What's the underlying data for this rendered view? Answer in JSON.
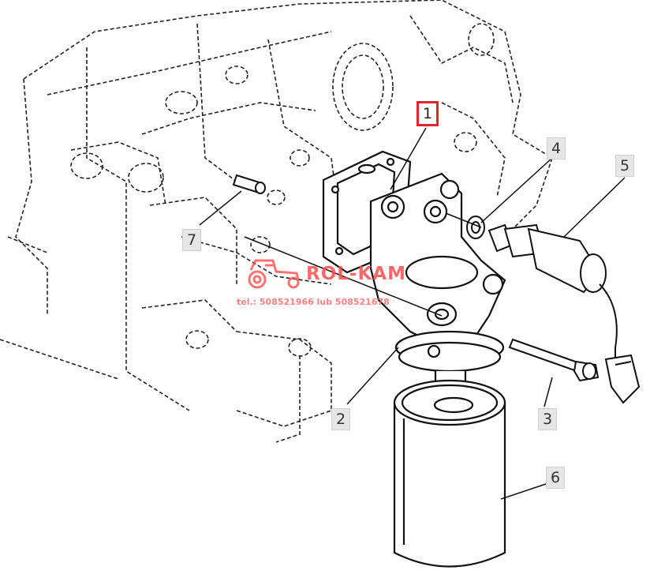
{
  "callouts": [
    {
      "id": "1",
      "label": "1",
      "selected": true
    },
    {
      "id": "2",
      "label": "2",
      "selected": false
    },
    {
      "id": "3",
      "label": "3",
      "selected": false
    },
    {
      "id": "4",
      "label": "4",
      "selected": false
    },
    {
      "id": "5",
      "label": "5",
      "selected": false
    },
    {
      "id": "6",
      "label": "6",
      "selected": false
    },
    {
      "id": "7",
      "label": "7",
      "selected": false
    }
  ],
  "watermark": {
    "name": "ROL-KAM",
    "contact": "tel.: 508521966 lub 508521678"
  },
  "colors": {
    "highlight": "#e0252b",
    "watermark": "#ff5050",
    "callout_bg": "#e6e6e6",
    "line": "#111111"
  }
}
